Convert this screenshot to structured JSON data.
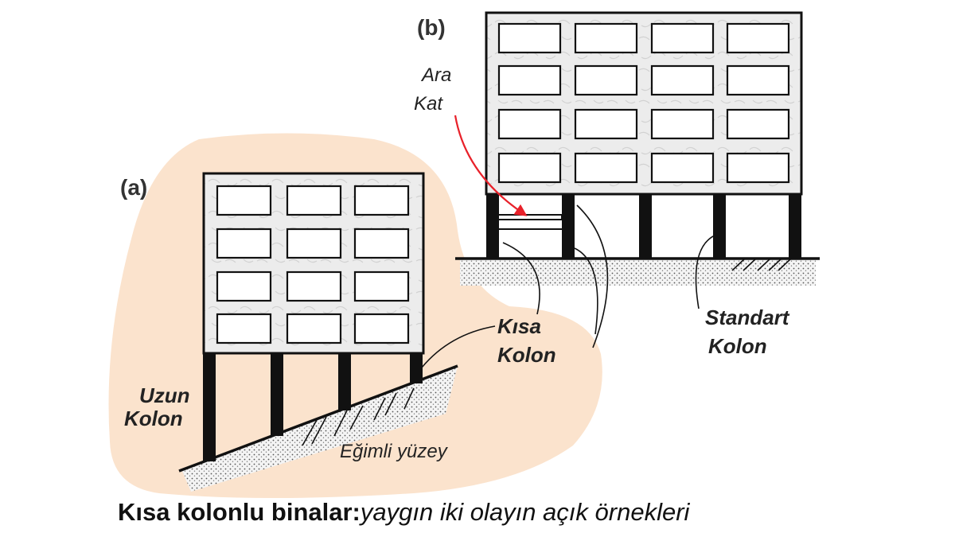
{
  "labels": {
    "panel_a": "(a)",
    "panel_b": "(b)",
    "ara_kat_line1": "Ara",
    "ara_kat_line2": "Kat",
    "kisa_kolon_line1": "Kısa",
    "kisa_kolon_line2": "Kolon",
    "uzun_kolon_line1": "Uzun",
    "uzun_kolon_line2": "Kolon",
    "standart_kolon_line1": "Standart",
    "standart_kolon_line2": "Kolon",
    "egimli_yuzey": "Eğimli yüzey"
  },
  "caption": {
    "bold": "Kısa kolonlu binalar:",
    "italic": "yaygın iki olayın açık örnekleri"
  },
  "colors": {
    "highlight": "#fbe3cd",
    "arrow": "#e8212a",
    "building_fill": "#ececec",
    "ink": "#111111"
  }
}
